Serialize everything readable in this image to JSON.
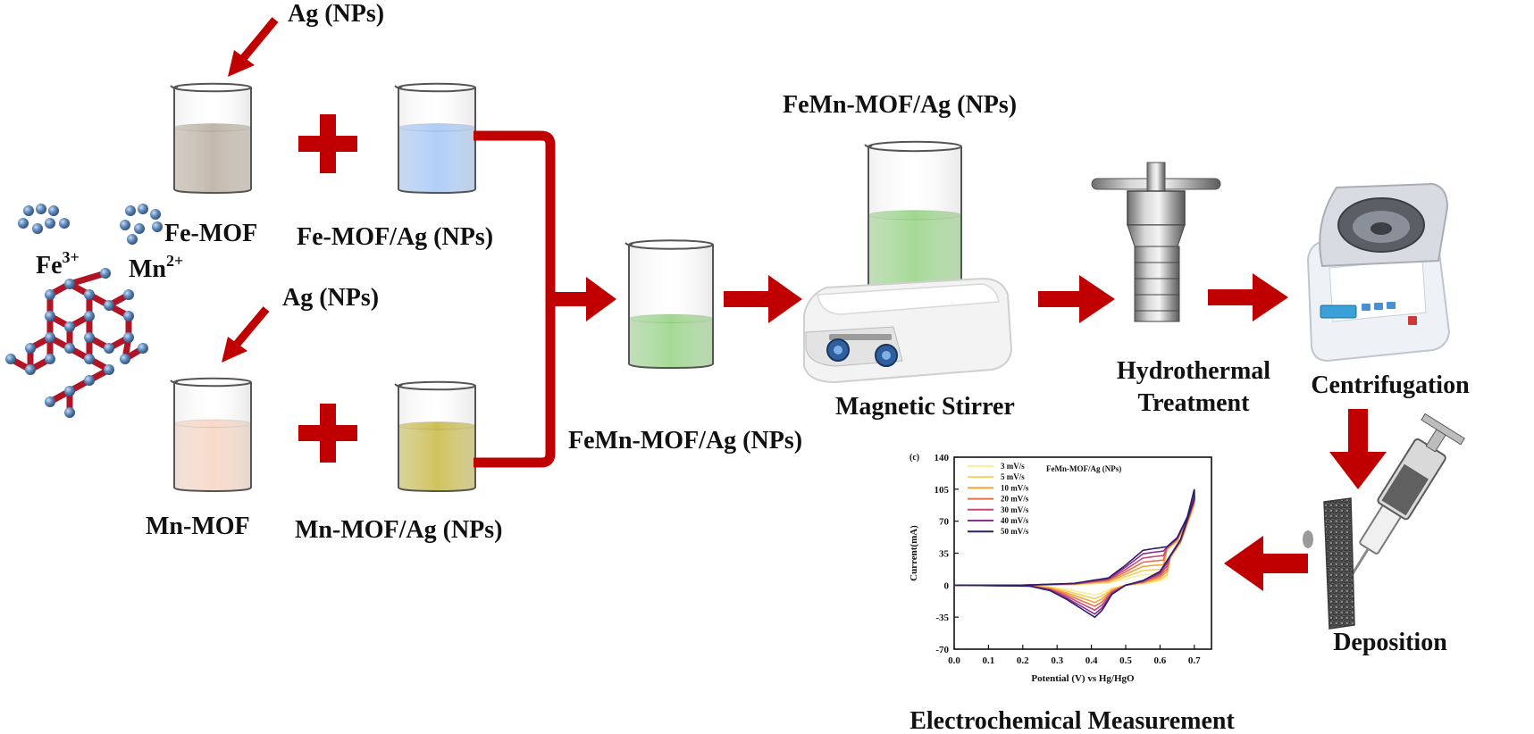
{
  "labels": {
    "ag_np_top": "Ag (NPs)",
    "ag_np_bottom": "Ag (NPs)",
    "fe_ion_base": "Fe",
    "fe_ion_sup": "3+",
    "mn_ion_base": "Mn",
    "mn_ion_sup": "2+",
    "fe_mof": "Fe-MOF",
    "fe_mof_ag": "Fe-MOF/Ag (NPs)",
    "mn_mof": "Mn-MOF",
    "mn_mof_ag": "Mn-MOF/Ag (NPs)",
    "femn_mix": "FeMn-MOF/Ag (NPs)",
    "femn_stir": "FeMn-MOF/Ag (NPs)",
    "magnetic_stirrer": "Magnetic Stirrer",
    "hydrothermal_1": "Hydrothermal",
    "hydrothermal_2": "Treatment",
    "centrifugation": "Centrifugation",
    "deposition": "Deposition",
    "electrochemical": "Electrochemical Measurement"
  },
  "colors": {
    "arrow": "#c00000",
    "fe_mof_liquid": "#b5a898",
    "fe_mof_ag_liquid": "#9ec3f7",
    "mn_mof_liquid": "#f7d2bf",
    "mn_mof_ag_liquid": "#c4b437",
    "femn_liquid": "#8fd07c",
    "atom": "#5d86b8",
    "bond": "#b11425"
  },
  "chart_data": {
    "type": "line",
    "panel_label": "(c)",
    "annotation": "FeMn-MOF/Ag (NPs)",
    "xlabel": "Potential (V) vs Hg/HgO",
    "ylabel": "Current(mA)",
    "xlim": [
      0.0,
      0.75
    ],
    "ylim": [
      -70,
      140
    ],
    "xticks": [
      "0.0",
      "0.1",
      "0.2",
      "0.3",
      "0.4",
      "0.5",
      "0.6",
      "0.7"
    ],
    "yticks": [
      "-70",
      "-35",
      "0",
      "35",
      "70",
      "105",
      "140"
    ],
    "legend_position": "top-left",
    "grid": false,
    "series": [
      {
        "name": "3 mV/s",
        "color": "#f7ef99",
        "scale": 0.3
      },
      {
        "name": "5 mV/s",
        "color": "#f4cf62",
        "scale": 0.42
      },
      {
        "name": "10 mV/s",
        "color": "#f1a43b",
        "scale": 0.54
      },
      {
        "name": "20 mV/s",
        "color": "#e8724a",
        "scale": 0.66
      },
      {
        "name": "30 mV/s",
        "color": "#c9477a",
        "scale": 0.78
      },
      {
        "name": "40 mV/s",
        "color": "#8e2d96",
        "scale": 0.9
      },
      {
        "name": "50 mV/s",
        "color": "#2d1f66",
        "scale": 1.0
      }
    ],
    "envelope_50mVs": {
      "anodic_x": [
        0.0,
        0.2,
        0.35,
        0.45,
        0.5,
        0.55,
        0.58,
        0.62,
        0.65,
        0.68,
        0.7
      ],
      "anodic_y": [
        0,
        0,
        2,
        8,
        22,
        38,
        40,
        42,
        52,
        75,
        105
      ],
      "cathodic_x": [
        0.7,
        0.66,
        0.6,
        0.55,
        0.5,
        0.46,
        0.43,
        0.41,
        0.38,
        0.33,
        0.28,
        0.22,
        0.0
      ],
      "cathodic_y": [
        95,
        50,
        15,
        5,
        0,
        -10,
        -28,
        -35,
        -28,
        -16,
        -6,
        -1,
        0
      ]
    }
  }
}
